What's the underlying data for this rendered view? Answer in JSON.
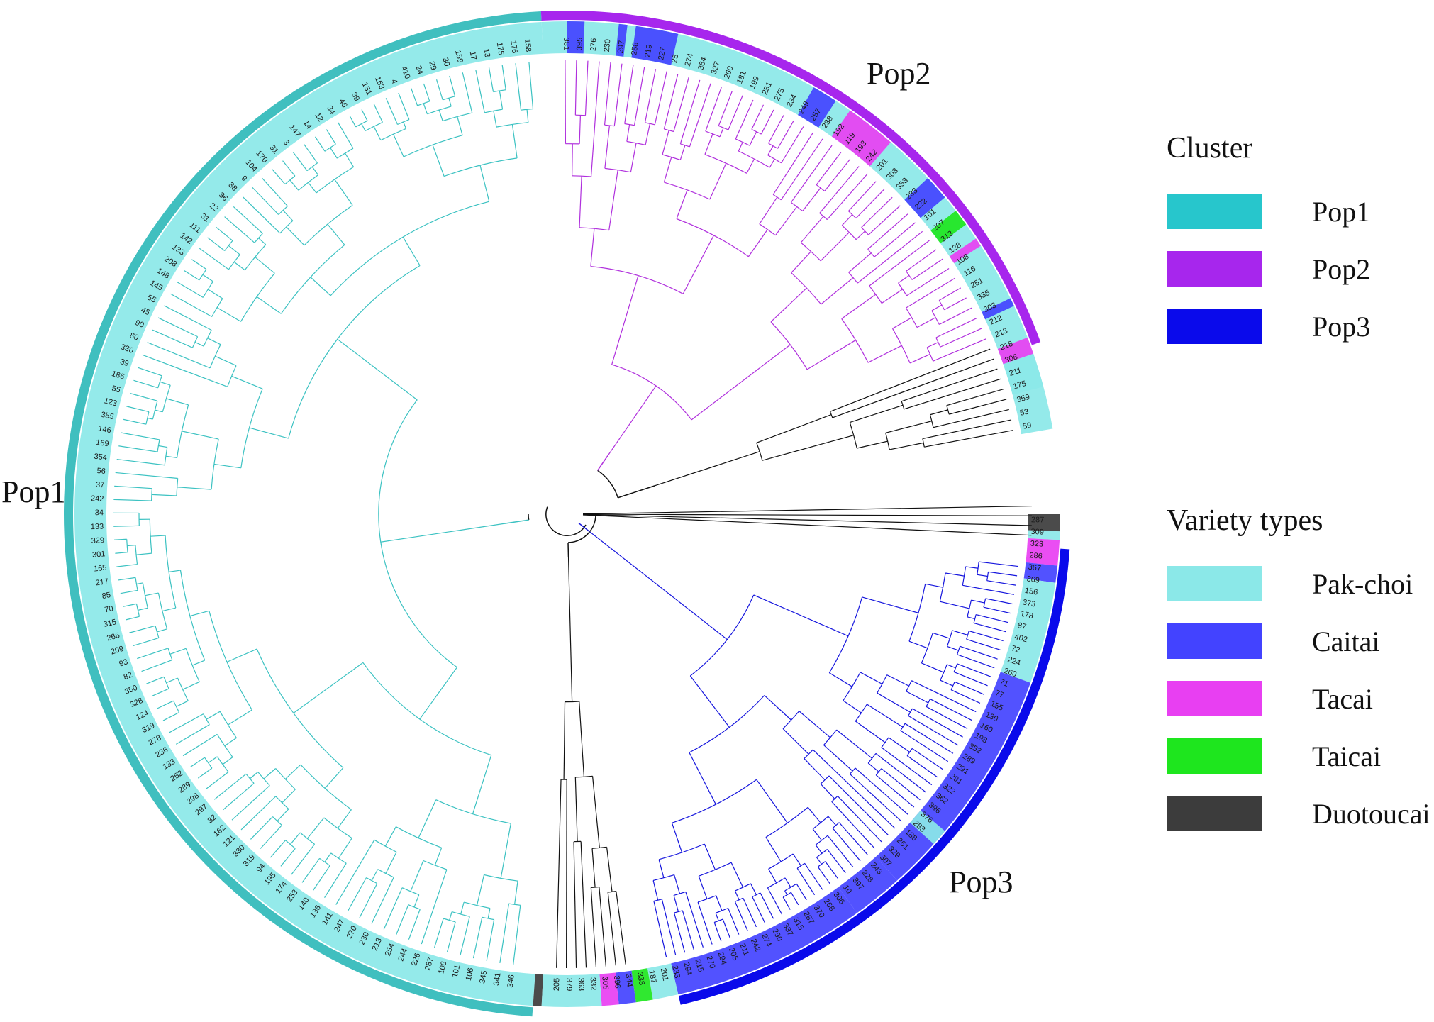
{
  "populations": {
    "pop1": "Pop1",
    "pop2": "Pop2",
    "pop3": "Pop3"
  },
  "legend_cluster": {
    "title": "Cluster",
    "items": [
      {
        "label": "Pop1",
        "color": "#27c6cc"
      },
      {
        "label": "Pop2",
        "color": "#a726ed"
      },
      {
        "label": "Pop3",
        "color": "#0a0aeb"
      }
    ]
  },
  "legend_variety": {
    "title": "Variety types",
    "items": [
      {
        "label": "Pak-choi",
        "color": "#8be8e8"
      },
      {
        "label": "Caitai",
        "color": "#4343ff"
      },
      {
        "label": "Tacai",
        "color": "#e83ff2"
      },
      {
        "label": "Taicai",
        "color": "#1ee61e"
      },
      {
        "label": "Duotoucai",
        "color": "#3c3c3c"
      }
    ]
  },
  "colors": {
    "pop1_branch": "#3cc2c2",
    "pop2_branch": "#b030dd",
    "pop3_branch": "#1515dd",
    "root_branch": "#111111",
    "pop1_arc": "#40bfbf",
    "pop2_arc": "#a726ed",
    "pop3_arc": "#0a0aeb"
  },
  "tip_labels": {
    "pop1": [
      "158",
      "176",
      "175",
      "13",
      "17",
      "159",
      "30",
      "29",
      "24",
      "410",
      "4",
      "163",
      "151",
      "39",
      "46",
      "34",
      "12",
      "14",
      "147",
      "3",
      "31",
      "170",
      "104",
      "9",
      "38",
      "36",
      "22",
      "31",
      "111",
      "142",
      "133",
      "208",
      "148",
      "145",
      "55",
      "45",
      "90",
      "80",
      "330",
      "39",
      "186",
      "55",
      "123",
      "355",
      "146",
      "169",
      "354",
      "56",
      "37",
      "242",
      "34",
      "133",
      "329",
      "301",
      "165",
      "217",
      "85",
      "70",
      "315",
      "266",
      "209",
      "93",
      "82",
      "350",
      "328",
      "124",
      "319",
      "278",
      "236",
      "133",
      "252",
      "289",
      "298",
      "297",
      "32",
      "162",
      "121",
      "330",
      "319",
      "94",
      "195",
      "174",
      "253",
      "140",
      "136",
      "141",
      "247",
      "270",
      "230",
      "213",
      "254",
      "244",
      "226",
      "287",
      "106",
      "101",
      "106",
      "345",
      "341",
      "346"
    ],
    "pop2": [
      "381",
      "395",
      "276",
      "230",
      "297",
      "258",
      "219",
      "227",
      "25",
      "274",
      "364",
      "327",
      "260",
      "181",
      "199",
      "251",
      "275",
      "234",
      "249",
      "257",
      "238",
      "192",
      "119",
      "193",
      "242",
      "201",
      "303",
      "353",
      "283",
      "222",
      "101",
      "207",
      "313",
      "128",
      "108",
      "116",
      "251",
      "335",
      "303",
      "212",
      "213",
      "218",
      "308",
      "211",
      "175",
      "359",
      "53",
      "59"
    ],
    "pop3": [
      "287",
      "309",
      "323",
      "286",
      "367",
      "369",
      "156",
      "373",
      "178",
      "87",
      "402",
      "72",
      "224",
      "260",
      "71",
      "77",
      "155",
      "130",
      "160",
      "198",
      "352",
      "289",
      "291",
      "291",
      "322",
      "362",
      "396",
      "376",
      "283",
      "188",
      "261",
      "329",
      "307",
      "243",
      "228",
      "397",
      "10",
      "306",
      "268",
      "370",
      "287",
      "315",
      "337",
      "290",
      "274",
      "242",
      "211",
      "205",
      "294",
      "270",
      "215",
      "294",
      "233",
      "201",
      "187",
      "338",
      "344",
      "396",
      "305",
      "332",
      "363",
      "379",
      "205"
    ]
  }
}
